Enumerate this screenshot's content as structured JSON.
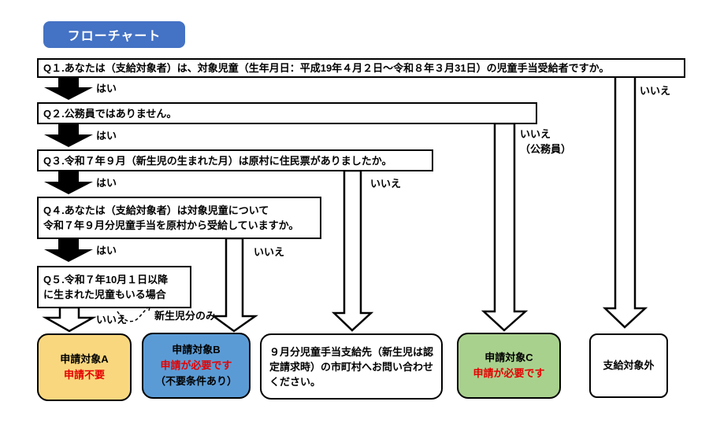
{
  "title": "フローチャート",
  "questions": {
    "q1": "Q１.あなたは（支給対象者）は、対象児童（生年月日：平成19年４月２日～令和８年３月31日）の児童手当受給者ですか。",
    "q2": "Q２.公務員ではありません。",
    "q3": "Q３.令和７年９月（新生児の生まれた月）は原村に住民票がありましたか。",
    "q4_line1": "Q４.あなたは（支給対象者）は対象児童について",
    "q4_line2": "令和７年９月分児童手当を原村から受給していますか。",
    "q5_line1": "Q５.令和７年10月１日以降",
    "q5_line2": "に生まれた児童もいる場合"
  },
  "branch_labels": {
    "q1_yes": "はい",
    "q2_yes": "はい",
    "q3_yes": "はい",
    "q4_yes": "はい",
    "q1_no": "いいえ",
    "q2_no_line1": "いいえ",
    "q2_no_line2": "（公務員）",
    "q3_no": "いいえ",
    "q4_no": "いいえ",
    "q5_no": "いいえ",
    "q5_newborn": "新生児分のみ"
  },
  "outcomes": {
    "a": {
      "title": "申請対象A",
      "status": "申請不要"
    },
    "b": {
      "title": "申請対象B",
      "status": "申請が必要です",
      "note": "（不要条件あり）"
    },
    "contact": {
      "text": "９月分児童手当支給先（新生児は認定請求時）の市町村へお問い合わせください。"
    },
    "c": {
      "title": "申請対象C",
      "status": "申請が必要です"
    },
    "excluded": {
      "title": "支給対象外"
    }
  },
  "colors": {
    "title_bg": "#4472C4",
    "outcome_a_bg": "#F9D77E",
    "outcome_b_bg": "#5B9BD5",
    "outcome_c_bg": "#A9D18E",
    "status_red": "#E50000"
  }
}
